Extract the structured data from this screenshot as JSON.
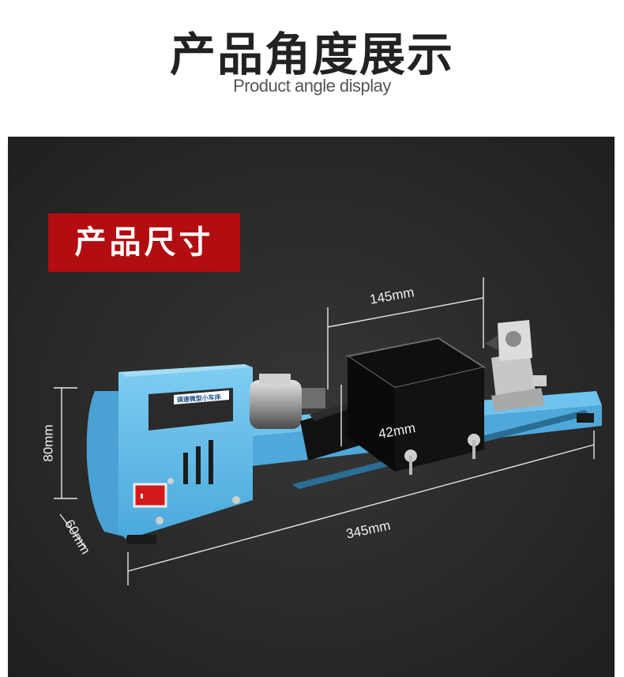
{
  "header": {
    "title": "产品角度展示",
    "subtitle": "Product angle display"
  },
  "section": {
    "badge": "产品尺寸"
  },
  "dimensions": {
    "top_length": "145mm",
    "center_height": "42mm",
    "height": "80mm",
    "width": "60mm",
    "length": "345mm"
  },
  "product": {
    "body_color": "#5bbbe9",
    "switch_color": "#d31a1a",
    "label_text": "调速微型小车床"
  },
  "colors": {
    "badge_bg": "#b20d11",
    "panel_bg": "#2a2a2a"
  }
}
